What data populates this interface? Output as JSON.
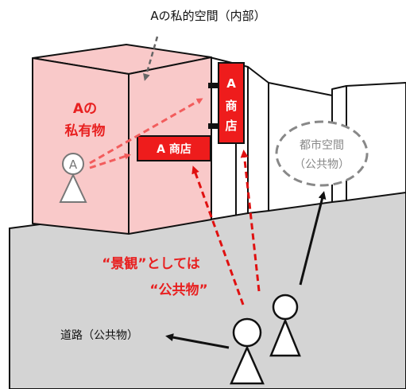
{
  "title": "Aの私的空間（内部）",
  "private_label_line1": "Aの",
  "private_label_line2": "私有物",
  "person_a_letter": "A",
  "sign_vertical_chars": [
    "A",
    "商",
    "店"
  ],
  "sign_horizontal": "A 商店",
  "urban_space_line1": "都市空間",
  "urban_space_line2": "（公共物）",
  "landscape_line1": "“景観”としては",
  "landscape_line2": "“公共物”",
  "road_label": "道路（公共物）",
  "colors": {
    "pink_building": "#f9c9c9",
    "sign_red": "#ee1c1c",
    "arrow_red": "#f25c5c",
    "dashed_red": "#e01010",
    "road_gray": "#d4d4d4",
    "gray_dash": "#888888"
  }
}
